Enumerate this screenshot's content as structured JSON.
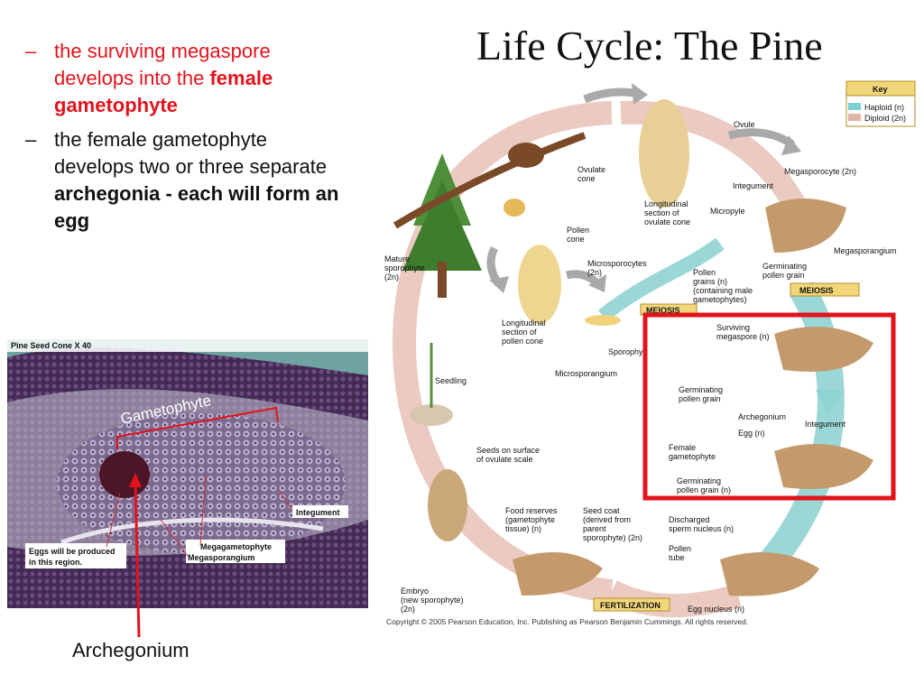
{
  "slide": {
    "title": "Life Cycle: The Pine",
    "bullets": [
      {
        "dash": "–",
        "runs": [
          {
            "t": "the surviving megaspore develops into the ",
            "style": "red"
          },
          {
            "t": "female gametophyte",
            "style": "red-bold"
          }
        ]
      },
      {
        "dash": "–",
        "runs": [
          {
            "t": "the female gametophyte develops two or three separate ",
            "style": "normal"
          },
          {
            "t": "archegonia - each will form an egg",
            "style": "bold"
          }
        ]
      }
    ],
    "caption": "Archegonium"
  },
  "micrograph": {
    "title": "Pine Seed Cone X 40",
    "gametophyte_label": "Gametophyte",
    "integument": "Integument",
    "megagametophyte": "Megagametophyte",
    "megasporangium": "Megasporangium",
    "eggs_note_1": "Eggs will be produced",
    "eggs_note_2": "in this region."
  },
  "diagram": {
    "key_title": "Key",
    "haploid": "Haploid (n)",
    "diploid": "Diploid (2n)",
    "haploid_color": "#7ecfd0",
    "diploid_color": "#e2b3a8",
    "accent_red": "#e3131b",
    "meiosis": "MEIOSIS",
    "fertilization": "FERTILIZATION",
    "labels": {
      "ovule": "Ovule",
      "ovulate_cone_1": "Ovulate",
      "ovulate_cone_2": "cone",
      "long_ov_1": "Longitudinal",
      "long_ov_2": "section of",
      "long_ov_3": "ovulate cone",
      "megasporocyte": "Megasporocyte (2n)",
      "integument": "Integument",
      "micropyle": "Micropyle",
      "megasporangium": "Megasporangium",
      "pollen_cone_1": "Pollen",
      "pollen_cone_2": "cone",
      "mature_1": "Mature",
      "mature_2": "sporophyte",
      "mature_3": "(2n)",
      "microsporocytes_1": "Microsporocytes",
      "microsporocytes_2": "(2n)",
      "pollen_grains_1": "Pollen",
      "pollen_grains_2": "grains (n)",
      "pollen_grains_3": "(containing male",
      "pollen_grains_4": "gametophytes)",
      "germ_top_1": "Germinating",
      "germ_top_2": "pollen grain",
      "long_pol_1": "Longitudinal",
      "long_pol_2": "section of",
      "long_pol_3": "pollen cone",
      "sporophyll": "Sporophyll",
      "microsporangium": "Microsporangium",
      "surviving_1": "Surviving",
      "surviving_2": "megaspore (n)",
      "seedling": "Seedling",
      "germ_mid_1": "Germinating",
      "germ_mid_2": "pollen grain",
      "archegonium": "Archegonium",
      "integument2": "Integument",
      "egg": "Egg (n)",
      "female_1": "Female",
      "female_2": "gametophyte",
      "germ_low_1": "Germinating",
      "germ_low_2": "pollen grain (n)",
      "seeds_1": "Seeds on surface",
      "seeds_2": "of ovulate scale",
      "food_1": "Food reserves",
      "food_2": "(gametophyte",
      "food_3": "tissue) (n)",
      "coat_1": "Seed coat",
      "coat_2": "(derived from",
      "coat_3": "parent",
      "coat_4": "sporophyte) (2n)",
      "sperm_1": "Discharged",
      "sperm_2": "sperm nucleus (n)",
      "tube_1": "Pollen",
      "tube_2": "tube",
      "embryo_1": "Embryo",
      "embryo_2": "(new sporophyte)",
      "embryo_3": "(2n)",
      "egg_nucleus": "Egg nucleus (n)"
    },
    "copyright": "Copyright © 2005 Pearson Education, Inc. Publishing as Pearson Benjamin Cummings. All rights reserved."
  }
}
